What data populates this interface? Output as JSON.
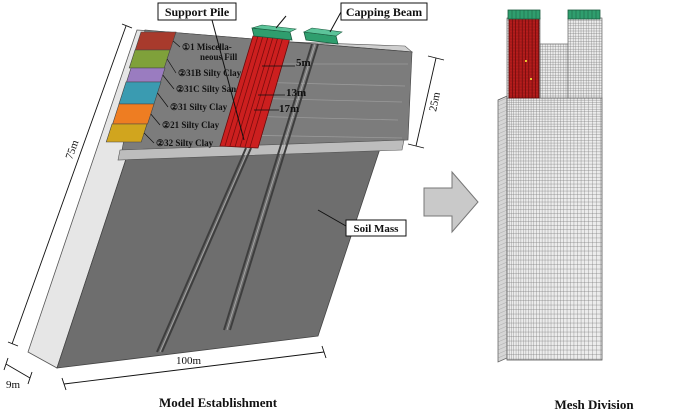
{
  "panels": {
    "left_caption": "Model Establishment",
    "right_caption": "Mesh Division"
  },
  "callouts": {
    "support_pile": "Support Pile",
    "capping_beam": "Capping Beam",
    "soil_mass": "Soil Mass"
  },
  "dimensions": {
    "height": "75m",
    "length": "100m",
    "width": "9m",
    "depth": "25m",
    "pile_5": "5m",
    "pile_13": "13m",
    "pile_17": "17m"
  },
  "layers": [
    {
      "label": "①1 Miscella-",
      "label2": "neous Fill",
      "color": "#a83a2c"
    },
    {
      "label": "②31B Silty Clay",
      "color": "#7fa13a"
    },
    {
      "label": "②31C Silty Sand",
      "color": "#9a7cc0"
    },
    {
      "label": "②31 Silty Clay",
      "color": "#3a9bb1"
    },
    {
      "label": "②21 Silty Clay",
      "color": "#ee7d22"
    },
    {
      "label": "②32 Silty Clay",
      "color": "#d1a51e"
    }
  ],
  "colors": {
    "soil_front": "#6e6e6e",
    "soil_side": "#e6e6e6",
    "pile": "#cc1f1f",
    "beam": "#2f9e6e",
    "mesh_bg": "#e9e9e9",
    "mesh_line": "#6c6c6c",
    "arrow": "#c9c9c9"
  }
}
